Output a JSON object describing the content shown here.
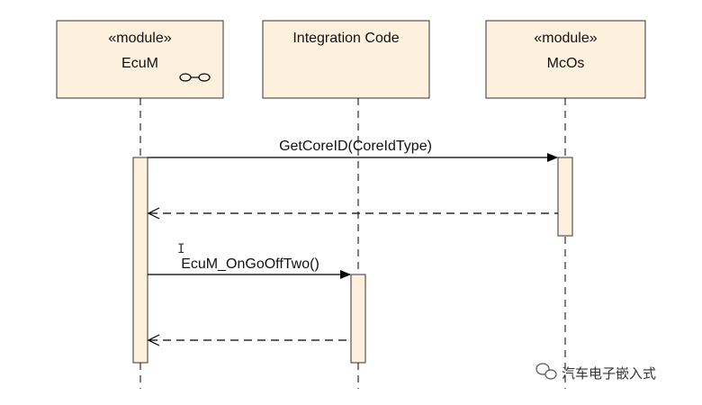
{
  "participants": [
    {
      "stereotype": "«module»",
      "name": "EcuM"
    },
    {
      "stereotype": "",
      "name": "Integration Code"
    },
    {
      "stereotype": "«module»",
      "name": "McOs"
    }
  ],
  "messages": [
    {
      "label": "GetCoreID(CoreIdType)",
      "from": "EcuM",
      "to": "McOs",
      "kind": "call"
    },
    {
      "label": "",
      "from": "McOs",
      "to": "EcuM",
      "kind": "return"
    },
    {
      "label": "EcuM_OnGoOffTwo()",
      "from": "EcuM",
      "to": "Integration Code",
      "kind": "call"
    },
    {
      "label": "",
      "from": "Integration Code",
      "to": "EcuM",
      "kind": "return"
    }
  ],
  "watermark": {
    "text": "汽车电子嵌入式",
    "icon": "wechat-icon"
  },
  "colors": {
    "box_fill": "#fdf0dd",
    "line": "#000000"
  }
}
